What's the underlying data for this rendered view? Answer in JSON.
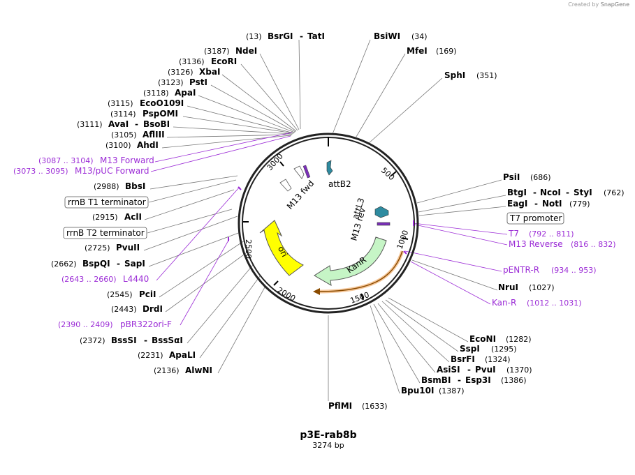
{
  "credit": {
    "prefix": "Created by",
    "brand": "SnapGene"
  },
  "plasmid": {
    "name": "p3E-rab8b",
    "length_label": "3274 bp"
  },
  "ticks": [
    "500",
    "1000",
    "1500",
    "2000",
    "2500",
    "3000"
  ],
  "features": {
    "ori": "ori",
    "kanr": "KanR",
    "attb2": "attB2",
    "attl3": "attL3",
    "m13fwd": "M13 fwd",
    "m13rev": "M13 rev"
  },
  "left_labels": [
    {
      "pos": "(13)",
      "name": "BsrGI",
      "name2": "TatI"
    },
    {
      "pos": "(3187)",
      "name": "NdeI"
    },
    {
      "pos": "(3136)",
      "name": "EcoRI"
    },
    {
      "pos": "(3126)",
      "name": "XbaI"
    },
    {
      "pos": "(3123)",
      "name": "PstI"
    },
    {
      "pos": "(3118)",
      "name": "ApaI"
    },
    {
      "pos": "(3115)",
      "name": "EcoO109I"
    },
    {
      "pos": "(3114)",
      "name": "PspOMI"
    },
    {
      "pos": "(3111)",
      "name": "AvaI",
      "name2": "BsoBI"
    },
    {
      "pos": "(3105)",
      "name": "AflIII"
    },
    {
      "pos": "(3100)",
      "name": "AhdI"
    },
    {
      "primer_pos": "(3087 .. 3104)",
      "primer": "M13 Forward"
    },
    {
      "primer_pos": "(3073 .. 3095)",
      "primer": "M13/pUC Forward"
    },
    {
      "pos": "(2988)",
      "name": "BbsI"
    },
    {
      "box": "rrnB T1 terminator"
    },
    {
      "pos": "(2915)",
      "name": "AclI"
    },
    {
      "box": "rrnB T2 terminator"
    },
    {
      "pos": "(2725)",
      "name": "PvuII"
    },
    {
      "pos": "(2662)",
      "name": "BspQI",
      "name2": "SapI"
    },
    {
      "primer_pos": "(2643 .. 2660)",
      "primer": "L4440"
    },
    {
      "pos": "(2545)",
      "name": "PciI"
    },
    {
      "pos": "(2443)",
      "name": "DrdI"
    },
    {
      "primer_pos": "(2390 .. 2409)",
      "primer": "pBR322ori-F"
    },
    {
      "pos": "(2372)",
      "name": "BssSI",
      "name2": "BssSαI"
    },
    {
      "pos": "(2231)",
      "name": "ApaLI"
    },
    {
      "pos": "(2136)",
      "name": "AlwNI"
    }
  ],
  "right_labels": [
    {
      "name": "BsiWI",
      "pos": "(34)"
    },
    {
      "name": "MfeI",
      "pos": "(169)"
    },
    {
      "name": "SphI",
      "pos": "(351)"
    },
    {
      "name": "PsiI",
      "pos": "(686)"
    },
    {
      "name": "BtgI",
      "name2": "NcoI",
      "name3": "StyI",
      "pos": "(762)"
    },
    {
      "name": "EagI",
      "name2": "NotI",
      "pos": "(779)"
    },
    {
      "box": "T7 promoter"
    },
    {
      "primer": "T7",
      "primer_pos": "(792 .. 811)"
    },
    {
      "primer": "M13 Reverse",
      "primer_pos": "(816 .. 832)"
    },
    {
      "primer": "pENTR-R",
      "primer_pos": "(934 .. 953)"
    },
    {
      "name": "NruI",
      "pos": "(1027)"
    },
    {
      "primer": "Kan-R",
      "primer_pos": "(1012 .. 1031)"
    },
    {
      "name": "EcoNI",
      "pos": "(1282)"
    },
    {
      "name": "SspI",
      "pos": "(1295)"
    },
    {
      "name": "BsrFI",
      "pos": "(1324)"
    },
    {
      "name": "AsiSI",
      "name2": "PvuI",
      "pos": "(1370)"
    },
    {
      "name": "BsmBI",
      "name2": "Esp3I",
      "pos": "(1386)"
    },
    {
      "name": "Bpu10I",
      "pos": "(1387)"
    },
    {
      "name": "PflMI",
      "pos": "(1633)"
    }
  ],
  "colors": {
    "primer": "#9b2bd6",
    "ori": "#ffff00",
    "kanr": "#c6f5c6",
    "att": "#2e8ba0",
    "backbone": "#000000"
  }
}
